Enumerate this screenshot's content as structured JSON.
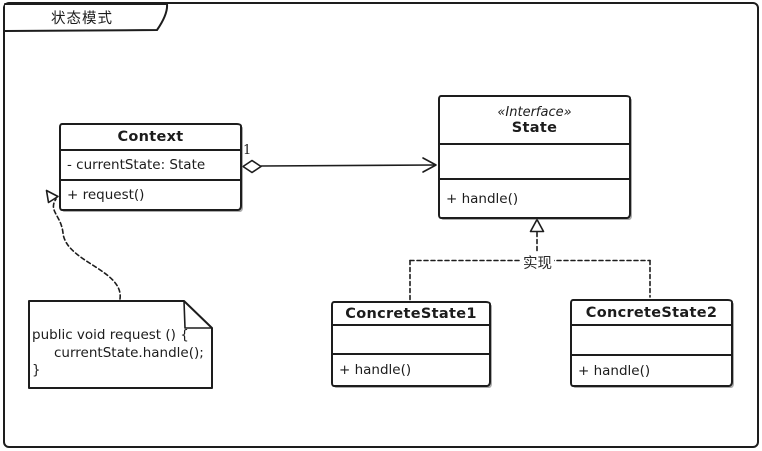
{
  "frame": {
    "title": "状态模式"
  },
  "classes": {
    "context": {
      "name": "Context",
      "attribute": "- currentState: State",
      "method": "+ request()"
    },
    "state": {
      "stereotype": "«Interface»",
      "name": "State",
      "attribute": "",
      "method": "+ handle()"
    },
    "concrete1": {
      "name": "ConcreteState1",
      "attribute": "",
      "method": "+ handle()"
    },
    "concrete2": {
      "name": "ConcreteState2",
      "attribute": "",
      "method": "+ handle()"
    }
  },
  "note": {
    "line1": "public void request () {",
    "line2": "currentState.handle();",
    "line3": "}"
  },
  "relations": {
    "aggregation_multiplicity": "1",
    "realization_label": "实现"
  },
  "colors": {
    "stroke": "#1d1d1d",
    "background": "#ffffff"
  }
}
